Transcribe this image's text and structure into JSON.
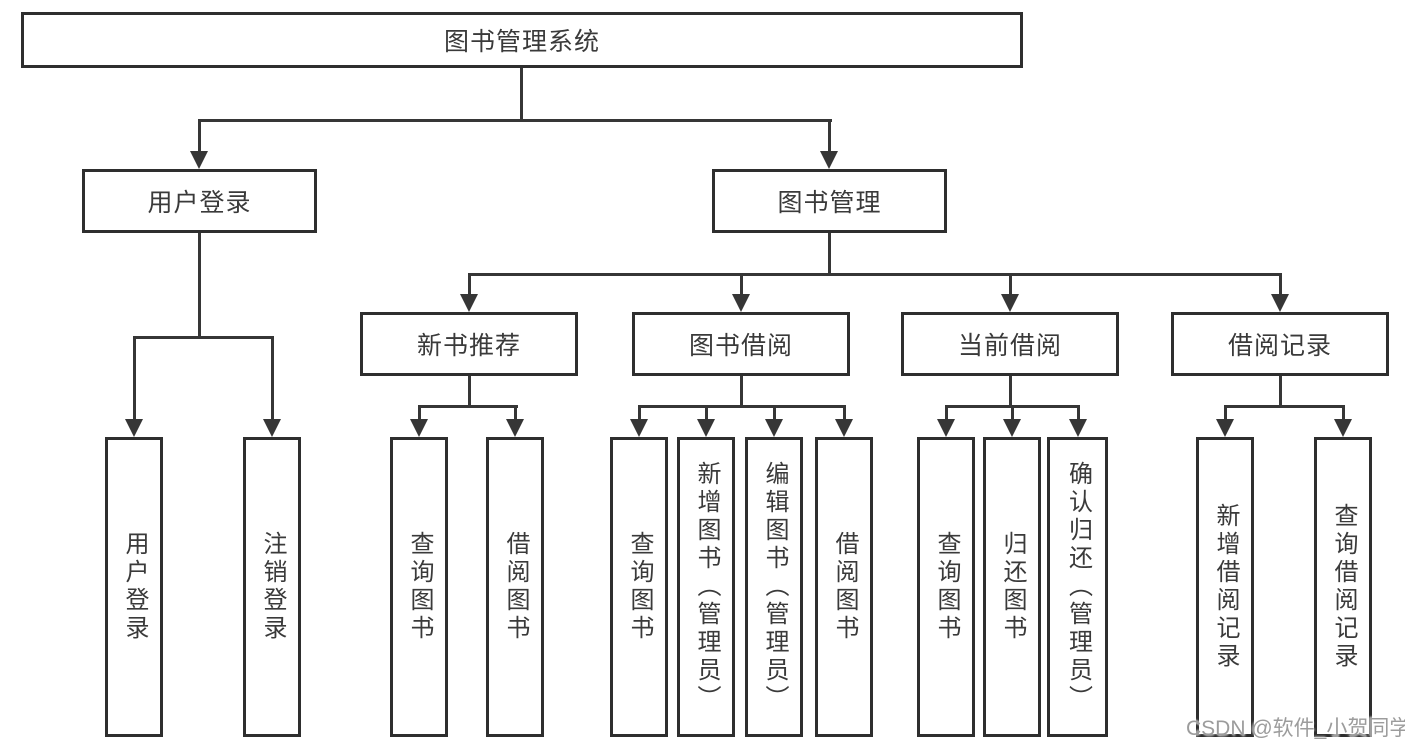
{
  "diagram": {
    "type": "hierarchy-tree",
    "root": "图书管理系统",
    "level2": {
      "user_login": "用户登录",
      "book_mgmt": "图书管理"
    },
    "level3": {
      "new_book_rec": "新书推荐",
      "book_borrow": "图书借阅",
      "current_borrow": "当前借阅",
      "borrow_record": "借阅记录"
    },
    "leaves": {
      "user_login": [
        "用户登录",
        "注销登录"
      ],
      "new_book_rec": [
        "查询图书",
        "借阅图书"
      ],
      "book_borrow": [
        "查询图书",
        "新增图书（管理员）",
        "编辑图书（管理员）",
        "借阅图书"
      ],
      "current_borrow": [
        "查询图书",
        "归还图书",
        "确认归还（管理员）"
      ],
      "borrow_record": [
        "新增借阅记录",
        "查询借阅记录"
      ]
    },
    "colors": {
      "line": "#363636",
      "box_border": "#2e2e2e",
      "text": "#3a3a3a",
      "background": "#ffffff",
      "watermark": "#9c9c9c"
    },
    "watermark": "CSDN @软件_小贺同学"
  }
}
